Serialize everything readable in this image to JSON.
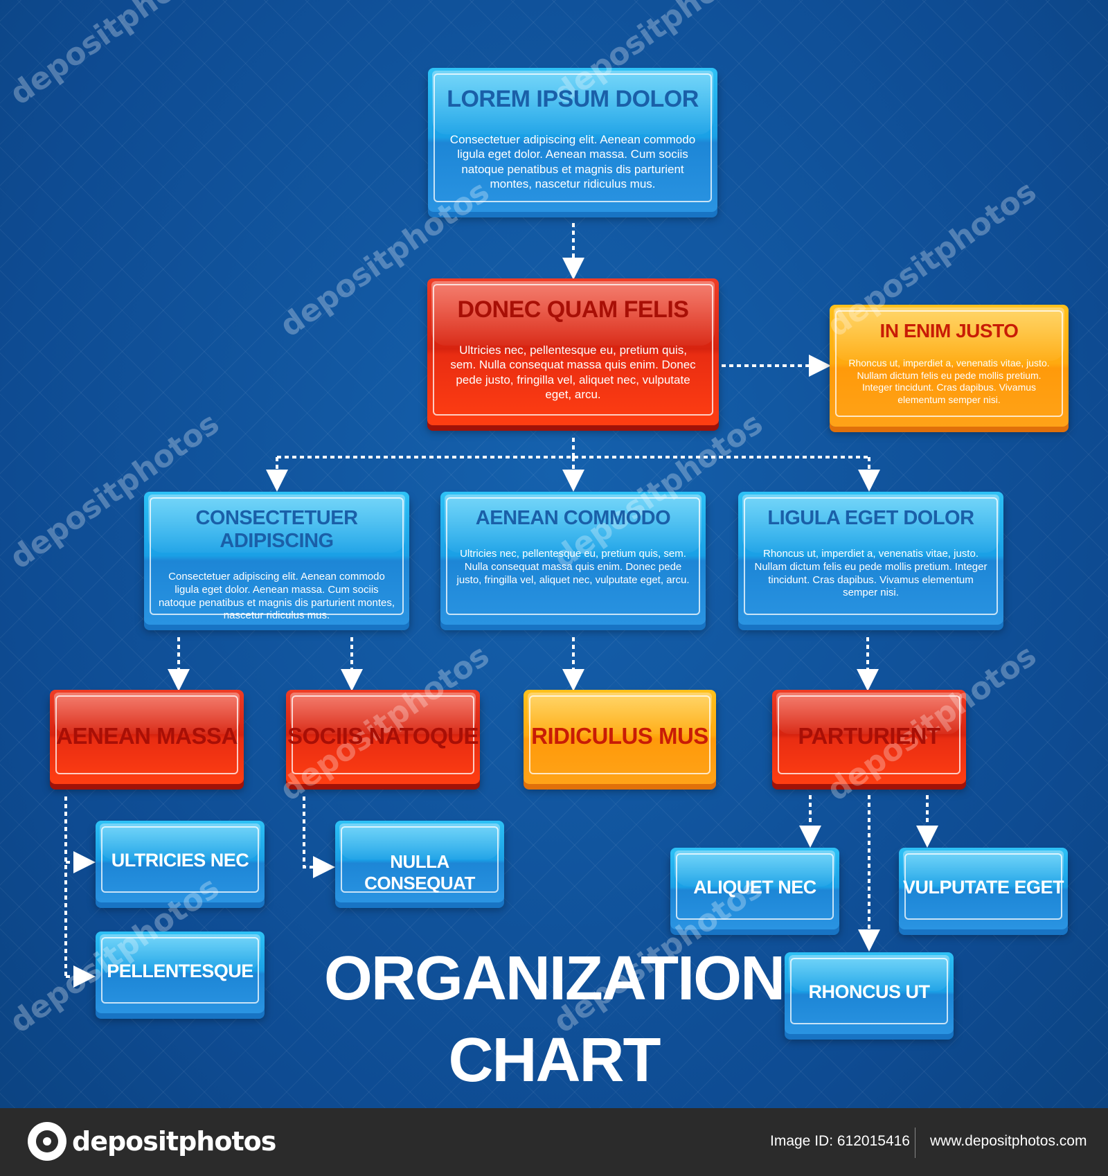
{
  "title": {
    "line1": "ORGANIZATION",
    "line2": "CHART"
  },
  "nodes": {
    "ceo": {
      "title": "LOREM IPSUM DOLOR",
      "body": "Consectetuer adipiscing elit. Aenean commodo ligula eget dolor. Aenean massa. Cum sociis natoque penatibus et magnis dis parturient montes, nascetur ridiculus mus."
    },
    "director": {
      "title": "DONEC QUAM FELIS",
      "body": "Ultricies nec, pellentesque eu, pretium quis, sem. Nulla consequat massa quis enim. Donec pede justo, fringilla vel, aliquet nec, vulputate eget, arcu."
    },
    "assistant": {
      "title": "IN ENIM JUSTO",
      "body": "Rhoncus ut, imperdiet a, venenatis vitae, justo. Nullam dictum felis eu pede mollis pretium. Integer tincidunt. Cras dapibus. Vivamus elementum semper nisi."
    },
    "manager_left": {
      "title": "CONSECTETUER ADIPISCING",
      "body": "Consectetuer adipiscing elit. Aenean commodo ligula eget dolor. Aenean massa. Cum sociis natoque penatibus et magnis dis parturient montes, nascetur ridiculus mus."
    },
    "manager_mid": {
      "title": "AENEAN COMMODO",
      "body": "Ultricies nec, pellentesque eu, pretium quis, sem. Nulla consequat massa quis enim. Donec pede justo, fringilla vel, aliquet nec, vulputate eget, arcu."
    },
    "manager_right": {
      "title": "LIGULA EGET DOLOR",
      "body": "Rhoncus ut, imperdiet a, venenatis vitae, justo. Nullam dictum felis eu pede mollis pretium. Integer tincidunt. Cras dapibus. Vivamus elementum semper nisi."
    },
    "team1": {
      "title": "AENEAN MASSA"
    },
    "team2": {
      "title": "SOCIIS NATOQUE"
    },
    "team3": {
      "title": "RIDICULUS MUS"
    },
    "team4": {
      "title": "PARTURIENT"
    },
    "leaf1": {
      "title": "ULTRICIES NEC"
    },
    "leaf2": {
      "title": "PELLENTESQUE"
    },
    "leaf3": {
      "title": "NULLA CONSEQUAT"
    },
    "leaf4": {
      "title": "ALIQUET NEC"
    },
    "leaf5": {
      "title": "RHONCUS UT"
    },
    "leaf6": {
      "title": "VULPUTATE EGET"
    }
  },
  "colors": {
    "background": "#0f4f97",
    "blue": "#1aa0e6",
    "red": "#e02a10",
    "orange": "#ffaa10",
    "connector": "#ffffff"
  },
  "watermark": "depositphotos",
  "footer": {
    "logo_text": "depositphotos",
    "image_id": "Image ID: 612015416",
    "url": "www.depositphotos.com"
  }
}
